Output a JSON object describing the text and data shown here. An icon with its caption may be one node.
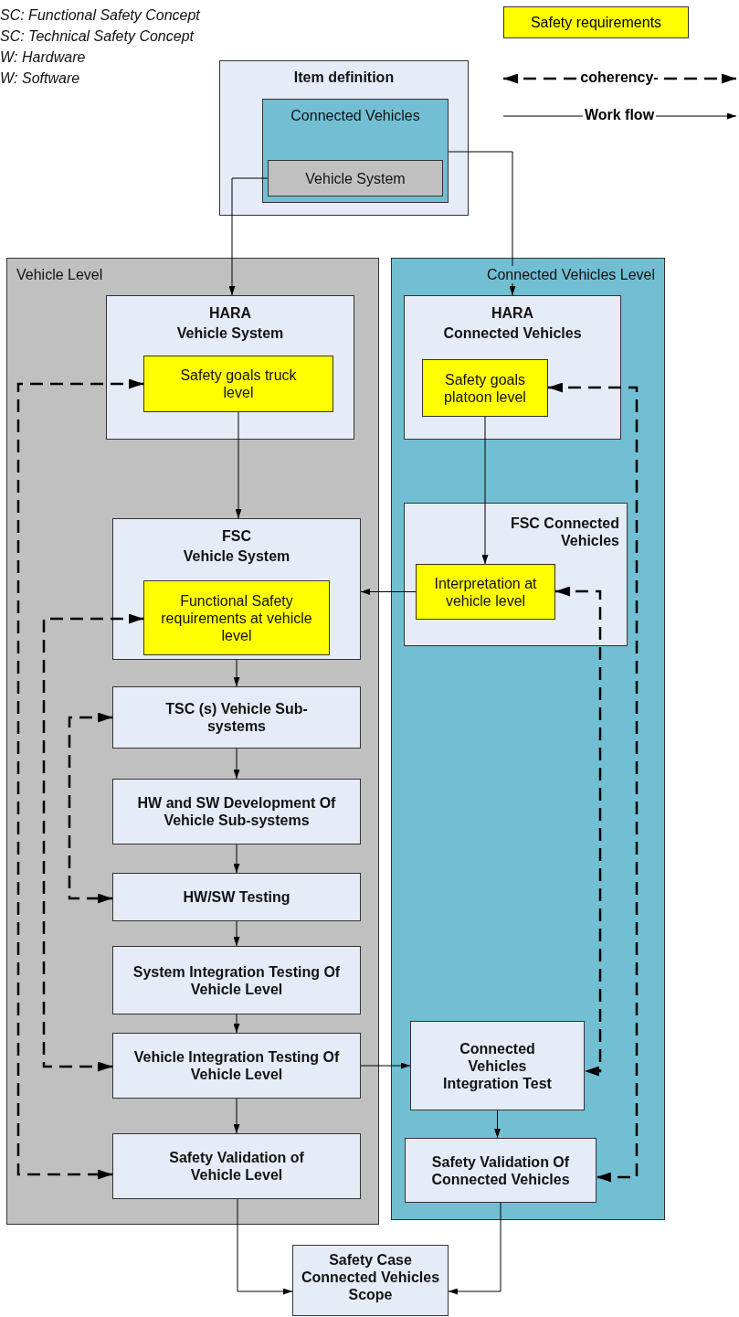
{
  "diagram": {
    "nodes": [
      {
        "text": [
          "Item definition"
        ]
      },
      {
        "text": [
          "Connected Vehicles"
        ],
        "in": 0
      },
      {
        "text": [
          "Vehicle System"
        ],
        "in": 1
      },
      {
        "text": [
          "Vehicle Level"
        ]
      },
      {
        "text": [
          "HARA",
          "Vehicle System"
        ],
        "in": 3
      },
      {
        "text": [
          "Safety goals truck level"
        ],
        "in": 4
      },
      {
        "text": [
          "FSC",
          "Vehicle System"
        ],
        "in": 3
      },
      {
        "text": [
          "Functional Safety requirements at vehicle level"
        ],
        "in": 6
      },
      {
        "text": [
          "TSC (s) Vehicle Sub-systems"
        ],
        "in": 3
      },
      {
        "text": [
          "HW and SW Development Of Vehicle Sub-systems"
        ],
        "in": 3
      },
      {
        "text": [
          "HW/SW Testing"
        ],
        "in": 3
      },
      {
        "text": [
          "System Integration Testing Of Vehicle Level"
        ],
        "in": 3
      },
      {
        "text": [
          "Vehicle Integration Testing Of Vehicle Level"
        ],
        "in": 3
      },
      {
        "text": [
          "Safety Validation of Vehicle Level"
        ],
        "in": 3
      },
      {
        "text": [
          "Connected Vehicles Level"
        ]
      },
      {
        "text": [
          "HARA",
          "Connected Vehicles"
        ],
        "in": 14
      },
      {
        "text": [
          "Safety goals platoon level"
        ],
        "in": 15
      },
      {
        "text": [
          "FSC Connected Vehicles"
        ],
        "in": 14
      },
      {
        "text": [
          "Interpretation at vehicle level"
        ],
        "in": 17
      },
      {
        "text": [
          "Connected Vehicles Integration Test"
        ],
        "in": 14
      },
      {
        "text": [
          "Safety Validation Of Connected Vehicles"
        ],
        "in": 14
      },
      {
        "text": [
          "Safety Case Connected Vehicles Scope"
        ]
      }
    ],
    "edges": [
      {
        "from": 2,
        "to": 4,
        "arrow": "to"
      },
      {
        "from": 1,
        "to": 15,
        "arrow": "to"
      },
      {
        "from": 5,
        "to": 6,
        "arrow": "to"
      },
      {
        "from": 16,
        "to": 18,
        "arrow": "to"
      },
      {
        "from": 18,
        "to": 6,
        "arrow": "to"
      },
      {
        "from": 6,
        "to": 8,
        "arrow": "to"
      },
      {
        "from": 8,
        "to": 9,
        "arrow": "to"
      },
      {
        "from": 9,
        "to": 10,
        "arrow": "to"
      },
      {
        "from": 10,
        "to": 11,
        "arrow": "to"
      },
      {
        "from": 11,
        "to": 12,
        "arrow": "to"
      },
      {
        "from": 12,
        "to": 13,
        "arrow": "to"
      },
      {
        "from": 12,
        "to": 19,
        "arrow": "to"
      },
      {
        "from": 19,
        "to": 20,
        "arrow": "to"
      },
      {
        "from": 13,
        "to": 21,
        "arrow": "to"
      },
      {
        "from": 20,
        "to": 21,
        "arrow": "to"
      },
      {
        "from": 5,
        "to": 13,
        "arrow": "both",
        "style": "dashed"
      },
      {
        "from": 7,
        "to": 12,
        "arrow": "both",
        "style": "dashed"
      },
      {
        "from": 8,
        "to": 10,
        "arrow": "both",
        "style": "dashed"
      },
      {
        "from": 16,
        "to": 20,
        "arrow": "both",
        "style": "dashed"
      },
      {
        "from": 18,
        "to": 19,
        "arrow": "both",
        "style": "dashed"
      }
    ],
    "labels": [
      "SC: Functional Safety Concept",
      "SC: Technical Safety Concept",
      "W: Hardware",
      "W: Software"
    ],
    "legend": [
      {
        "text": "Safety requirements",
        "color": "#ffff00"
      },
      {
        "text": "coherency-"
      },
      {
        "text": "Work flow"
      }
    ]
  }
}
